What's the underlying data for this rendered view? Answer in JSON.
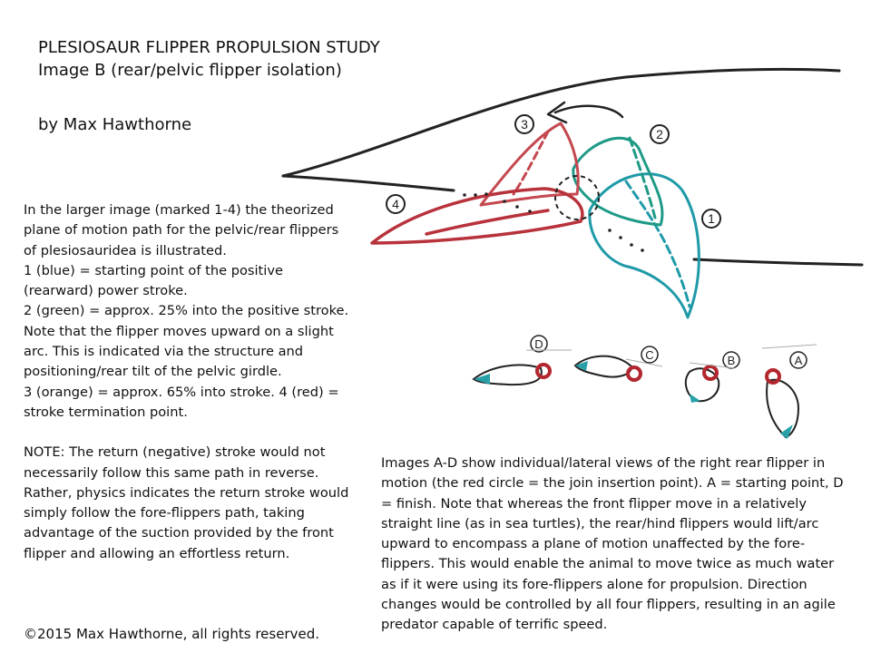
{
  "title": {
    "line1": "PLESIOSAUR FLIPPER PROPULSION STUDY",
    "line2": "Image B (rear/pelvic flipper isolation)"
  },
  "byline": "by Max Hawthorne",
  "left_text": {
    "p1": "In the larger image (marked 1-4) the theorized plane of motion path for the pelvic/rear flippers of plesiosauridea is illustrated.",
    "p2": "1 (blue) = starting point of the positive (rearward) power stroke.",
    "p3": "2 (green) = approx. 25% into the positive stroke. Note that the flipper moves upward on a slight arc. This is indicated via the structure and positioning/rear tilt of the pelvic girdle.",
    "p4": "3 (orange) = approx. 65% into stroke.  4 (red) = stroke termination point.",
    "note": "NOTE: The return (negative) stroke would not necessarily follow this same path in reverse. Rather, physics indicates the return stroke would simply follow the fore-flippers path, taking advantage of the suction provided by the front flipper and allowing an effortless return."
  },
  "right_text": "Images A-D show individual/lateral views of the right rear flipper in motion (the red circle = the join insertion point). A = starting point, D = finish. Note that whereas the front flipper move in a relatively straight line (as in sea turtles), the rear/hind flippers would lift/arc upward to encompass a plane of motion unaffected by the fore-flippers. This would enable the animal to move twice as much water as if it were using its fore-flippers alone for propulsion. Direction changes would be controlled by all four flippers, resulting in an agile predator capable of terrific speed.",
  "copyright": "©2015 Max Hawthorne, all rights reserved.",
  "diagram": {
    "markers": {
      "m1": "1",
      "m2": "2",
      "m3": "3",
      "m4": "4"
    },
    "views": {
      "a": "A",
      "b": "B",
      "c": "C",
      "d": "D"
    },
    "colors": {
      "outline": "#222222",
      "blue": "#1f9aa8",
      "green": "#1e9a86",
      "orange": "#c4484f",
      "red": "#b8323c",
      "joint": "#b3262e",
      "teal_tip": "#27a0a8"
    }
  }
}
